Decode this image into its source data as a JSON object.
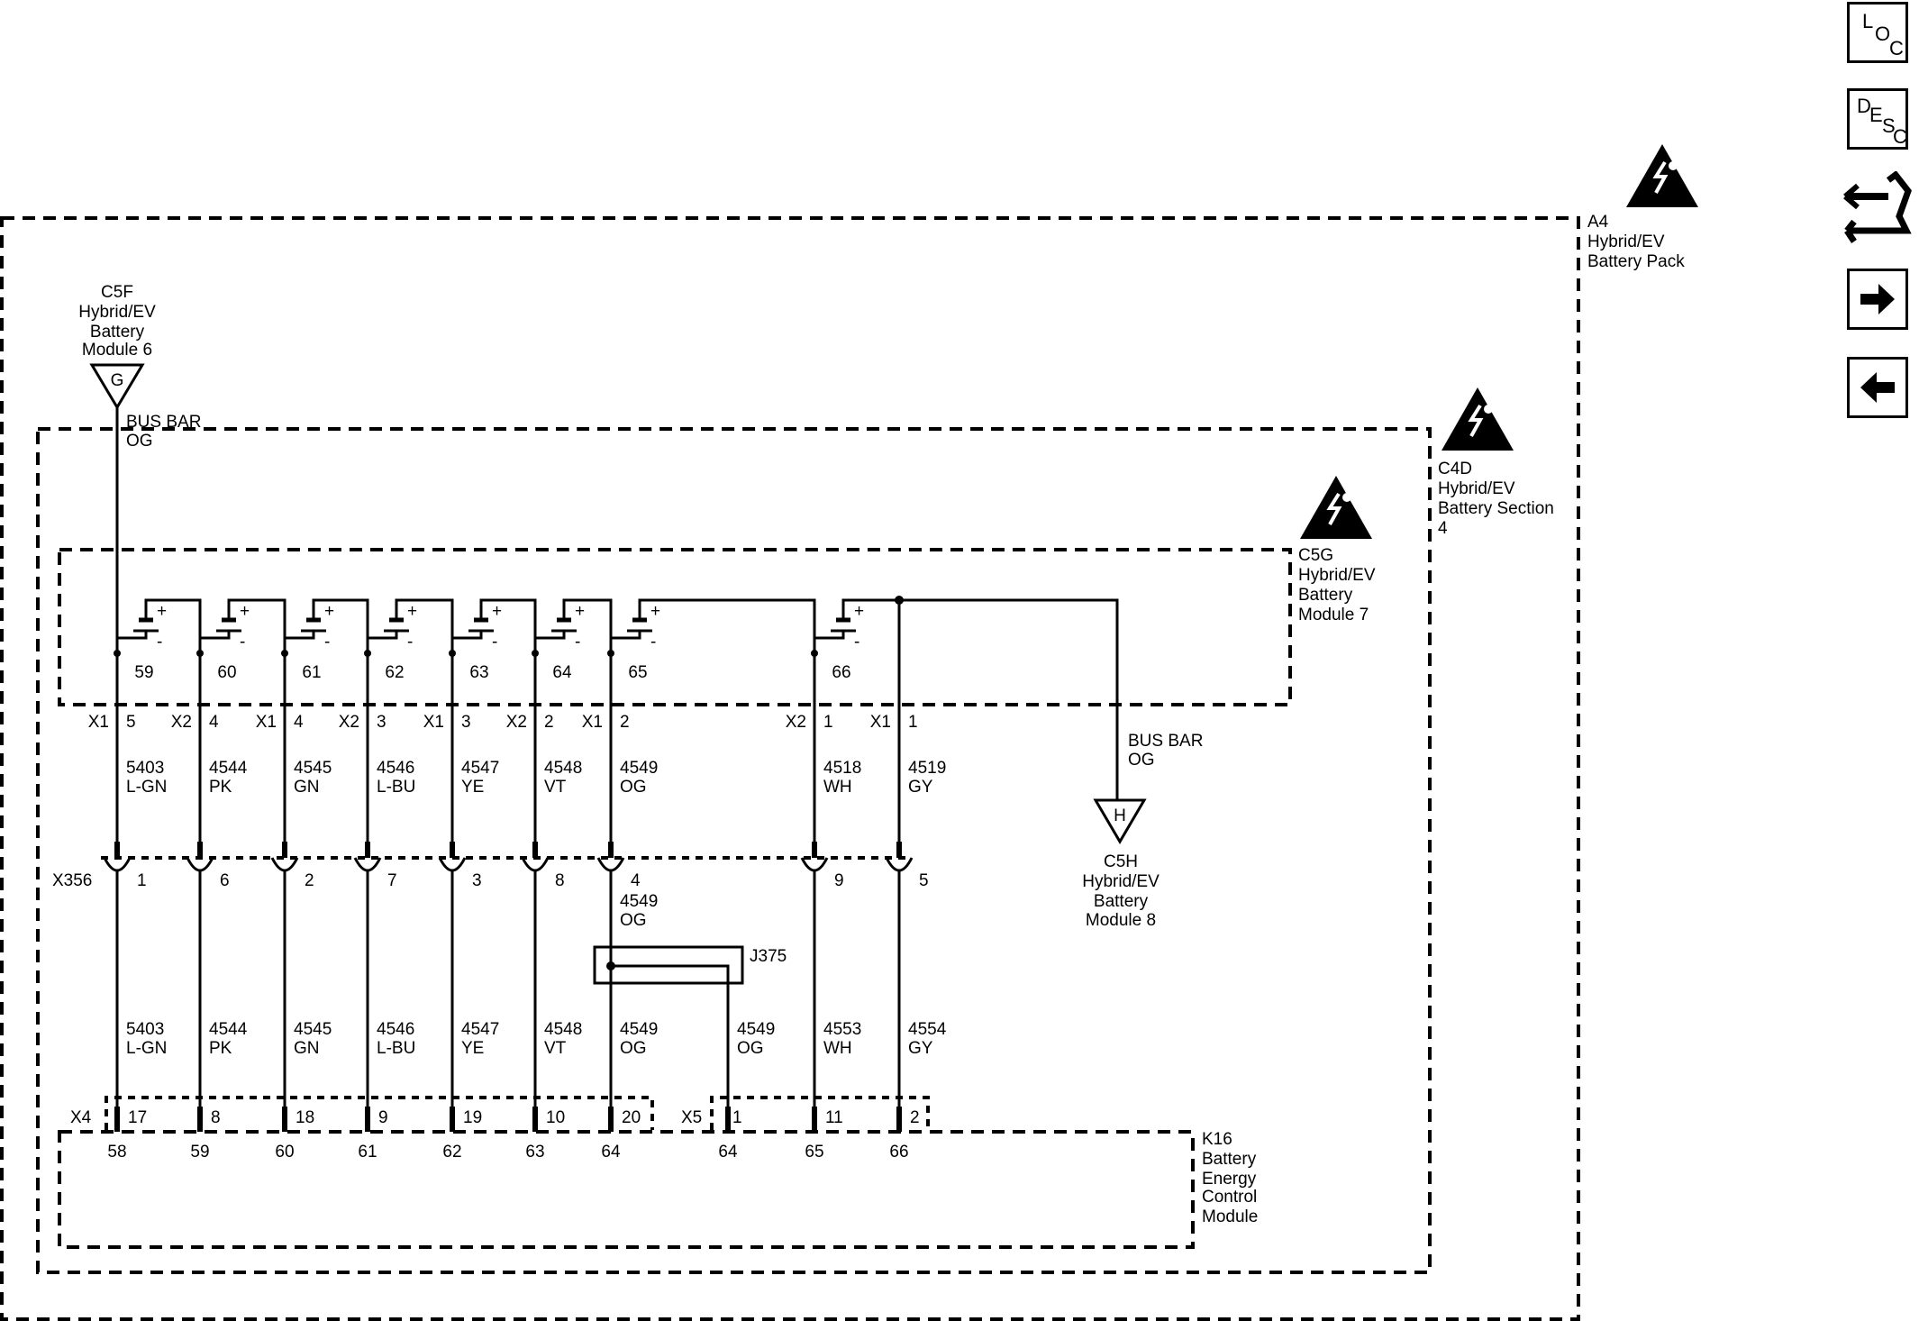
{
  "nav": {
    "loc": [
      "L",
      "O",
      "C"
    ],
    "desc": [
      "D",
      "E",
      "S",
      "C"
    ]
  },
  "warning_icon": "high-voltage-warning-icon",
  "pack": {
    "id": "A4",
    "line1": "Hybrid/EV",
    "line2": "Battery Pack"
  },
  "section": {
    "id": "C4D",
    "line1": "Hybrid/EV",
    "line2": "Battery Section",
    "line3": "4"
  },
  "module7": {
    "id": "C5G",
    "line1": "Hybrid/EV",
    "line2": "Battery",
    "line3": "Module 7"
  },
  "module6": {
    "id": "C5F",
    "line1": "Hybrid/EV",
    "line2": "Battery",
    "line3": "Module 6",
    "conn": "G",
    "busbar": "BUS BAR",
    "color": "OG"
  },
  "module8": {
    "id": "C5H",
    "line1": "Hybrid/EV",
    "line2": "Battery",
    "line3": "Module 8",
    "conn": "H",
    "busbar": "BUS BAR",
    "color": "OG"
  },
  "k16": {
    "id": "K16",
    "line1": "Battery",
    "line2": "Energy",
    "line3": "Control",
    "line4": "Module"
  },
  "connectors": {
    "x356": "X356",
    "x4": "X4",
    "x5": "X5",
    "j375": "J375"
  },
  "cells": [
    {
      "num": "59",
      "conn": "X1",
      "pin": "5",
      "circ": "5403",
      "color": "L-GN",
      "x356": "1",
      "circ2": "5403",
      "color2": "L-GN",
      "kpin": "17",
      "term": "58"
    },
    {
      "num": "60",
      "conn": "X2",
      "pin": "4",
      "circ": "4544",
      "color": "PK",
      "x356": "6",
      "circ2": "4544",
      "color2": "PK",
      "kpin": "8",
      "term": "59"
    },
    {
      "num": "61",
      "conn": "X1",
      "pin": "4",
      "circ": "4545",
      "color": "GN",
      "x356": "2",
      "circ2": "4545",
      "color2": "GN",
      "kpin": "18",
      "term": "60"
    },
    {
      "num": "62",
      "conn": "X2",
      "pin": "3",
      "circ": "4546",
      "color": "L-BU",
      "x356": "7",
      "circ2": "4546",
      "color2": "L-BU",
      "kpin": "9",
      "term": "61"
    },
    {
      "num": "63",
      "conn": "X1",
      "pin": "3",
      "circ": "4547",
      "color": "YE",
      "x356": "3",
      "circ2": "4547",
      "color2": "YE",
      "kpin": "19",
      "term": "62"
    },
    {
      "num": "64",
      "conn": "X2",
      "pin": "2",
      "circ": "4548",
      "color": "VT",
      "x356": "8",
      "circ2": "4548",
      "color2": "VT",
      "kpin": "10",
      "term": "63"
    },
    {
      "num": "65",
      "conn": "X1",
      "pin": "2",
      "circ": "4549",
      "color": "OG",
      "x356": "4",
      "circ2": "4549",
      "color2": "OG",
      "kpin": "20",
      "term": "64"
    },
    {
      "num": "66",
      "conn": "X2",
      "pin": "1",
      "circ": "4518",
      "color": "WH",
      "x356": "9",
      "circ2": "4553",
      "color2": "WH",
      "kpin": "11",
      "term": "65"
    },
    {
      "num": "",
      "conn": "X1",
      "pin": "1",
      "circ": "4519",
      "color": "GY",
      "x356": "5",
      "circ2": "4554",
      "color2": "GY",
      "kpin": "2",
      "term": "66"
    }
  ],
  "splice": {
    "circ_a": "4549",
    "color_a": "OG",
    "circ_b": "4549",
    "color_b": "OG",
    "x5pin": "1",
    "term": "64"
  },
  "plus": "+",
  "minus": "-"
}
